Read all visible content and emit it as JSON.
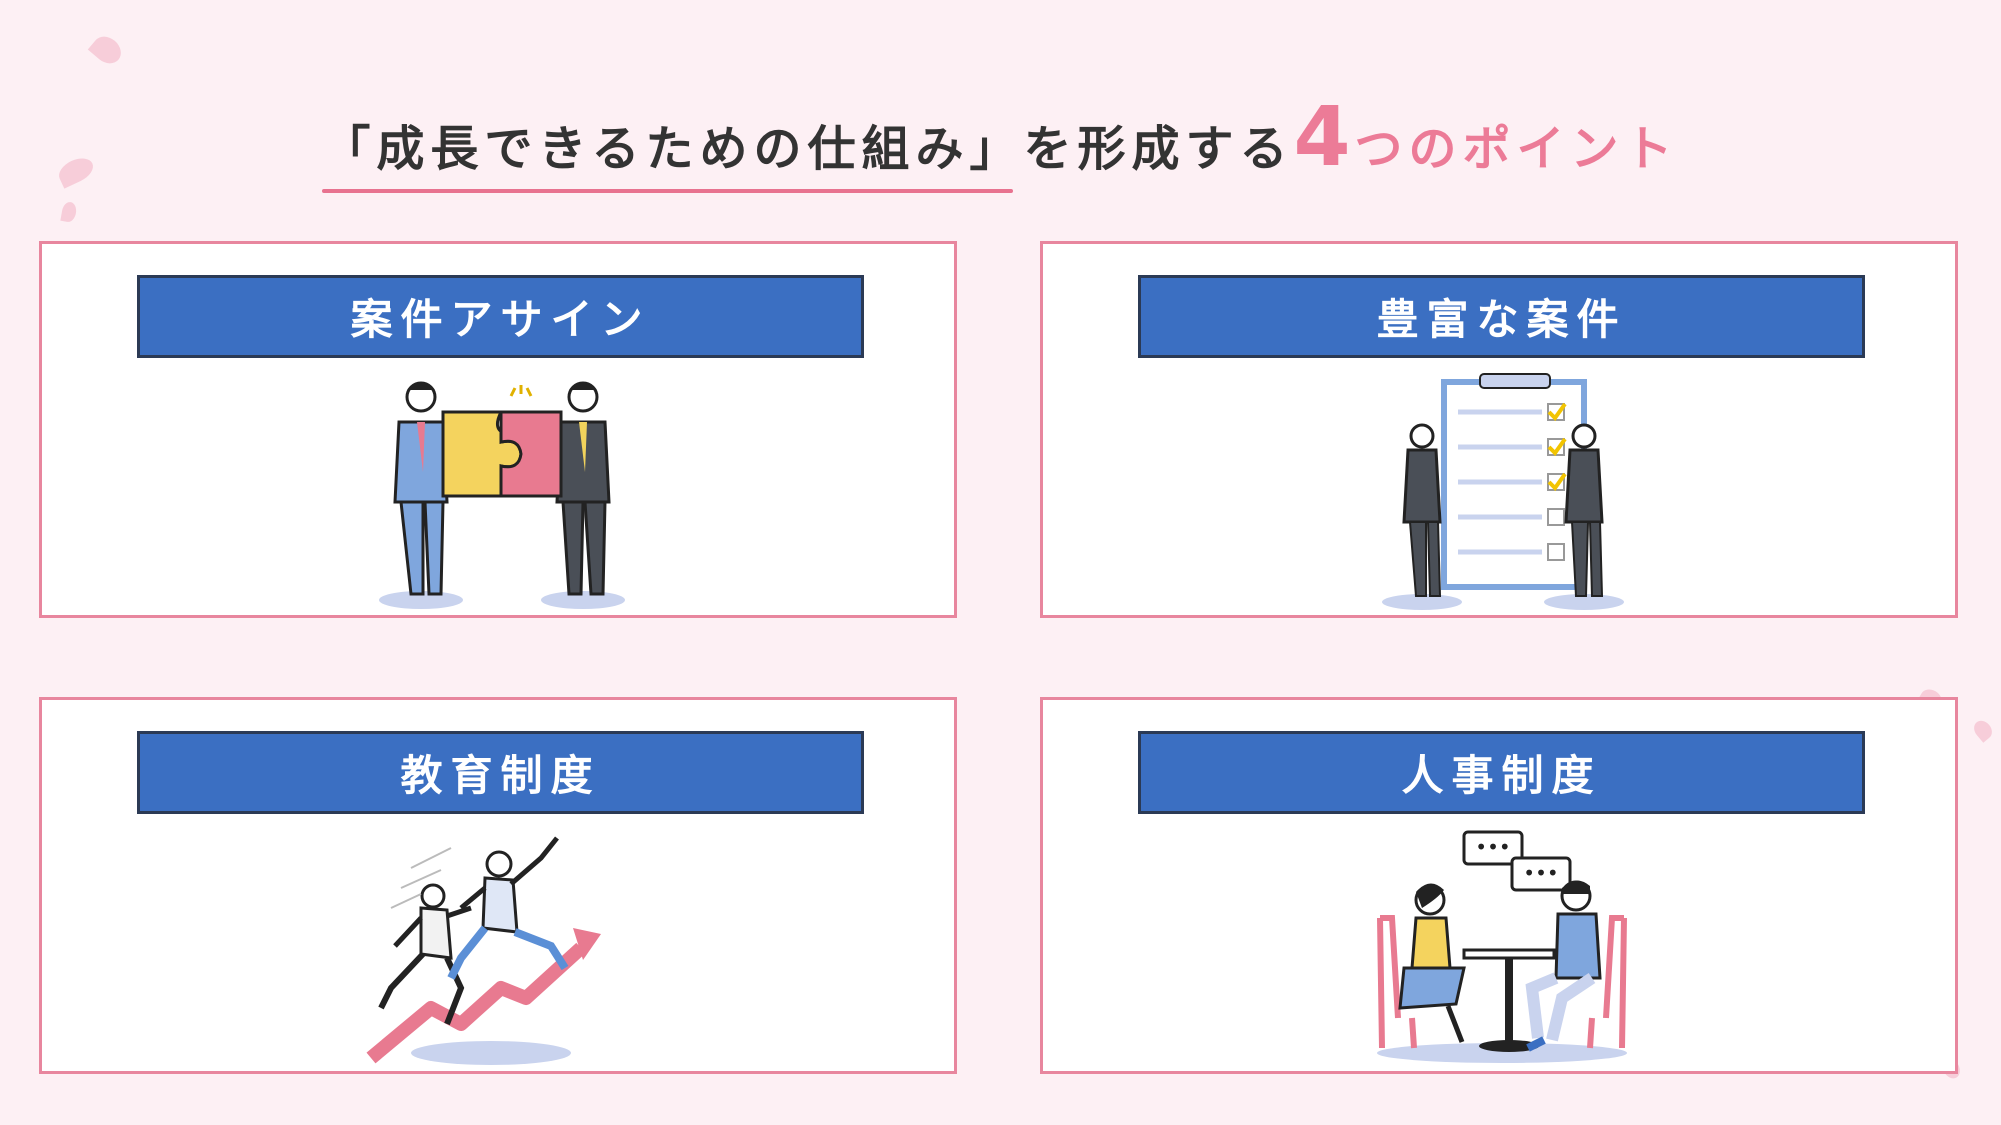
{
  "title": {
    "main": "「成長できるための仕組み」",
    "rest": "を形成する",
    "number": "4",
    "suffix": "つのポイント"
  },
  "cards": [
    {
      "label": "案件アサイン",
      "illustration": "puzzle-handshake"
    },
    {
      "label": "豊富な案件",
      "illustration": "clipboard-checklist"
    },
    {
      "label": "教育制度",
      "illustration": "growth-run"
    },
    {
      "label": "人事制度",
      "illustration": "one-on-one-meeting"
    }
  ],
  "colors": {
    "accent": "#ec7b97",
    "banner": "#3b6fc2",
    "border": "#e8869e",
    "background": "#fdf0f4"
  }
}
